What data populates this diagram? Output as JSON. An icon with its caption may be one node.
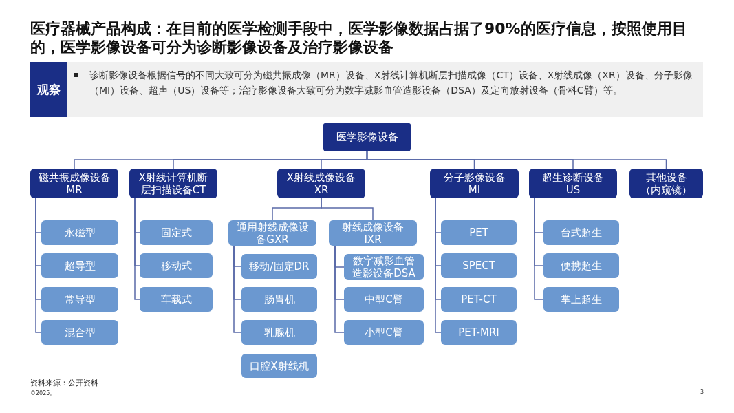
{
  "diagram": {
    "title": "医疗器械产品构成：在目前的医学检测手段中，医学影像数据占据了90%的医疗信息，按照使用目的，医学影像设备可分为诊断影像设备及治疗影像设备",
    "nodes": [
      {
        "text": [
          "医学影像设备"
        ]
      },
      {
        "text": [
          "磁共振成像设备 MR"
        ]
      },
      {
        "text": [
          "X射线计算机断层扫描设备CT"
        ]
      },
      {
        "text": [
          "X射线成像设备 XR"
        ]
      },
      {
        "text": [
          "分子影像设备 MI"
        ]
      },
      {
        "text": [
          "超生诊断设备 US"
        ]
      },
      {
        "text": [
          "其他设备（内窥镜）"
        ]
      },
      {
        "text": [
          "永磁型"
        ]
      },
      {
        "text": [
          "超导型"
        ]
      },
      {
        "text": [
          "常导型"
        ]
      },
      {
        "text": [
          "混合型"
        ]
      },
      {
        "text": [
          "固定式"
        ]
      },
      {
        "text": [
          "移动式"
        ]
      },
      {
        "text": [
          "车载式"
        ]
      },
      {
        "text": [
          "通用射线成像设备GXR"
        ]
      },
      {
        "text": [
          "射线成像设备 IXR"
        ]
      },
      {
        "text": [
          "移动/固定DR"
        ]
      },
      {
        "text": [
          "肠胃机"
        ]
      },
      {
        "text": [
          "乳腺机"
        ]
      },
      {
        "text": [
          "口腔X射线机"
        ]
      },
      {
        "text": [
          "数字减影血管造影设备DSA"
        ]
      },
      {
        "text": [
          "中型C臂"
        ]
      },
      {
        "text": [
          "小型C臂"
        ]
      },
      {
        "text": [
          "PET"
        ]
      },
      {
        "text": [
          "SPECT"
        ]
      },
      {
        "text": [
          "PET-CT"
        ]
      },
      {
        "text": [
          "PET-MRI"
        ]
      },
      {
        "text": [
          "台式超生"
        ]
      },
      {
        "text": [
          "便携超生"
        ]
      },
      {
        "text": [
          "掌上超生"
        ]
      }
    ],
    "edges": [
      {
        "from": 0,
        "to": 1,
        "arrow": "none"
      },
      {
        "from": 0,
        "to": 2,
        "arrow": "none"
      },
      {
        "from": 0,
        "to": 3,
        "arrow": "none"
      },
      {
        "from": 0,
        "to": 4,
        "arrow": "none"
      },
      {
        "from": 0,
        "to": 5,
        "arrow": "none"
      },
      {
        "from": 0,
        "to": 6,
        "arrow": "none"
      },
      {
        "from": 1,
        "to": 7,
        "arrow": "none"
      },
      {
        "from": 1,
        "to": 8,
        "arrow": "none"
      },
      {
        "from": 1,
        "to": 9,
        "arrow": "none"
      },
      {
        "from": 1,
        "to": 10,
        "arrow": "none"
      },
      {
        "from": 2,
        "to": 11,
        "arrow": "none"
      },
      {
        "from": 2,
        "to": 12,
        "arrow": "none"
      },
      {
        "from": 2,
        "to": 13,
        "arrow": "none"
      },
      {
        "from": 3,
        "to": 14,
        "arrow": "none"
      },
      {
        "from": 3,
        "to": 15,
        "arrow": "none"
      },
      {
        "from": 14,
        "to": 16,
        "arrow": "none"
      },
      {
        "from": 14,
        "to": 17,
        "arrow": "none"
      },
      {
        "from": 14,
        "to": 18,
        "arrow": "none"
      },
      {
        "from": 15,
        "to": 20,
        "arrow": "none"
      },
      {
        "from": 15,
        "to": 21,
        "arrow": "none"
      },
      {
        "from": 15,
        "to": 22,
        "arrow": "none"
      },
      {
        "from": 4,
        "to": 23,
        "arrow": "none"
      },
      {
        "from": 4,
        "to": 24,
        "arrow": "none"
      },
      {
        "from": 4,
        "to": 25,
        "arrow": "none"
      },
      {
        "from": 4,
        "to": 26,
        "arrow": "none"
      },
      {
        "from": 5,
        "to": 27,
        "arrow": "none"
      },
      {
        "from": 5,
        "to": 28,
        "arrow": "none"
      },
      {
        "from": 5,
        "to": 29,
        "arrow": "none"
      }
    ],
    "labels": [
      "观察",
      "诊断影像设备根据信号的不同大致可分为磁共振成像（MR）设备、X射线计算机断层扫描成像（CT）设备、X射线成像（XR）设备、分子影像（MI）设备、超声（US）设备等；治疗影像设备大致可分为数字减影血管造影设备（DSA）及定向放射设备（骨科C臂）等。",
      "资料来源：公开资料",
      "©2025。",
      "3"
    ]
  }
}
